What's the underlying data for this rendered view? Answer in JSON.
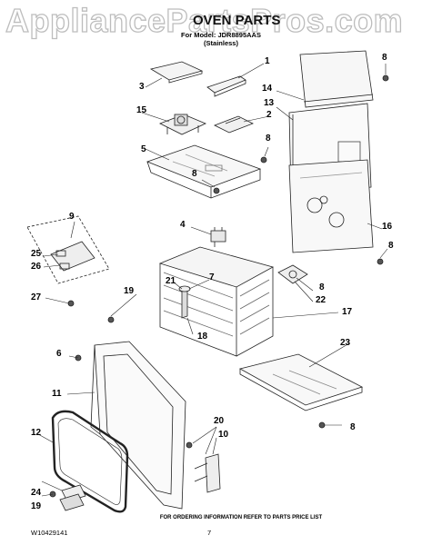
{
  "watermark": "AppliancePartsPros.com",
  "header": {
    "title": "OVEN PARTS",
    "model_line": "For Model: JDR8895AAS",
    "finish": "(Stainless)"
  },
  "callouts": {
    "c1": "1",
    "c2": "2",
    "c3": "3",
    "c4": "4",
    "c5": "5",
    "c6": "6",
    "c7": "7",
    "c8a": "8",
    "c8b": "8",
    "c8c": "8",
    "c8d": "8",
    "c8e": "8",
    "c8f": "8",
    "c9": "9",
    "c10": "10",
    "c11": "11",
    "c12": "12",
    "c13": "13",
    "c14": "14",
    "c15": "15",
    "c16": "16",
    "c17": "17",
    "c18": "18",
    "c19a": "19",
    "c19b": "19",
    "c20": "20",
    "c21": "21",
    "c22": "22",
    "c23": "23",
    "c24": "24",
    "c25": "25",
    "c26": "26",
    "c27": "27"
  },
  "footer": {
    "doc_number": "W10429141",
    "order_note": "FOR ORDERING INFORMATION REFER TO PARTS PRICE LIST",
    "page": "7"
  }
}
